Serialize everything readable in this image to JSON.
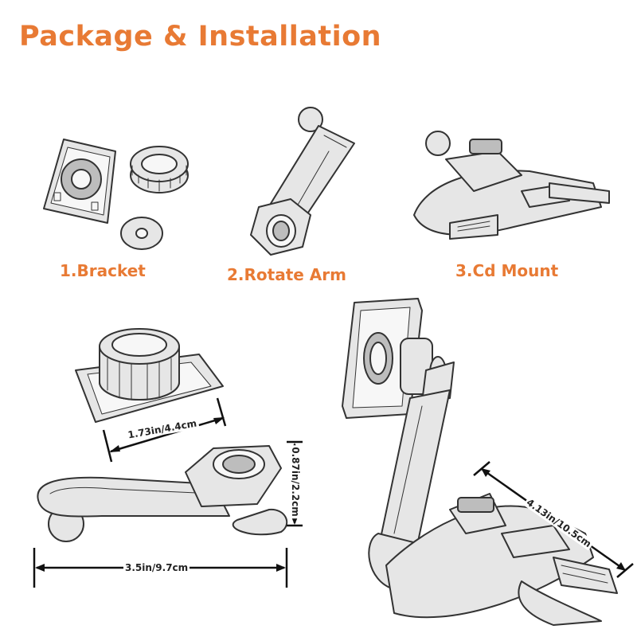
{
  "title": "Package & Installation",
  "labels": {
    "bracket": "1.Bracket",
    "rotate_arm": "2.Rotate Arm",
    "cd_mount": "3.Cd Mount"
  },
  "dimensions": {
    "bracket_width": "1.73in/4.4cm",
    "arm_height": "0.87in/2.2cm",
    "arm_length": "3.5in/9.7cm",
    "mount_length": "4.13in/10.5cm"
  },
  "colors": {
    "accent": "#e87a34",
    "ink": "#333333"
  }
}
